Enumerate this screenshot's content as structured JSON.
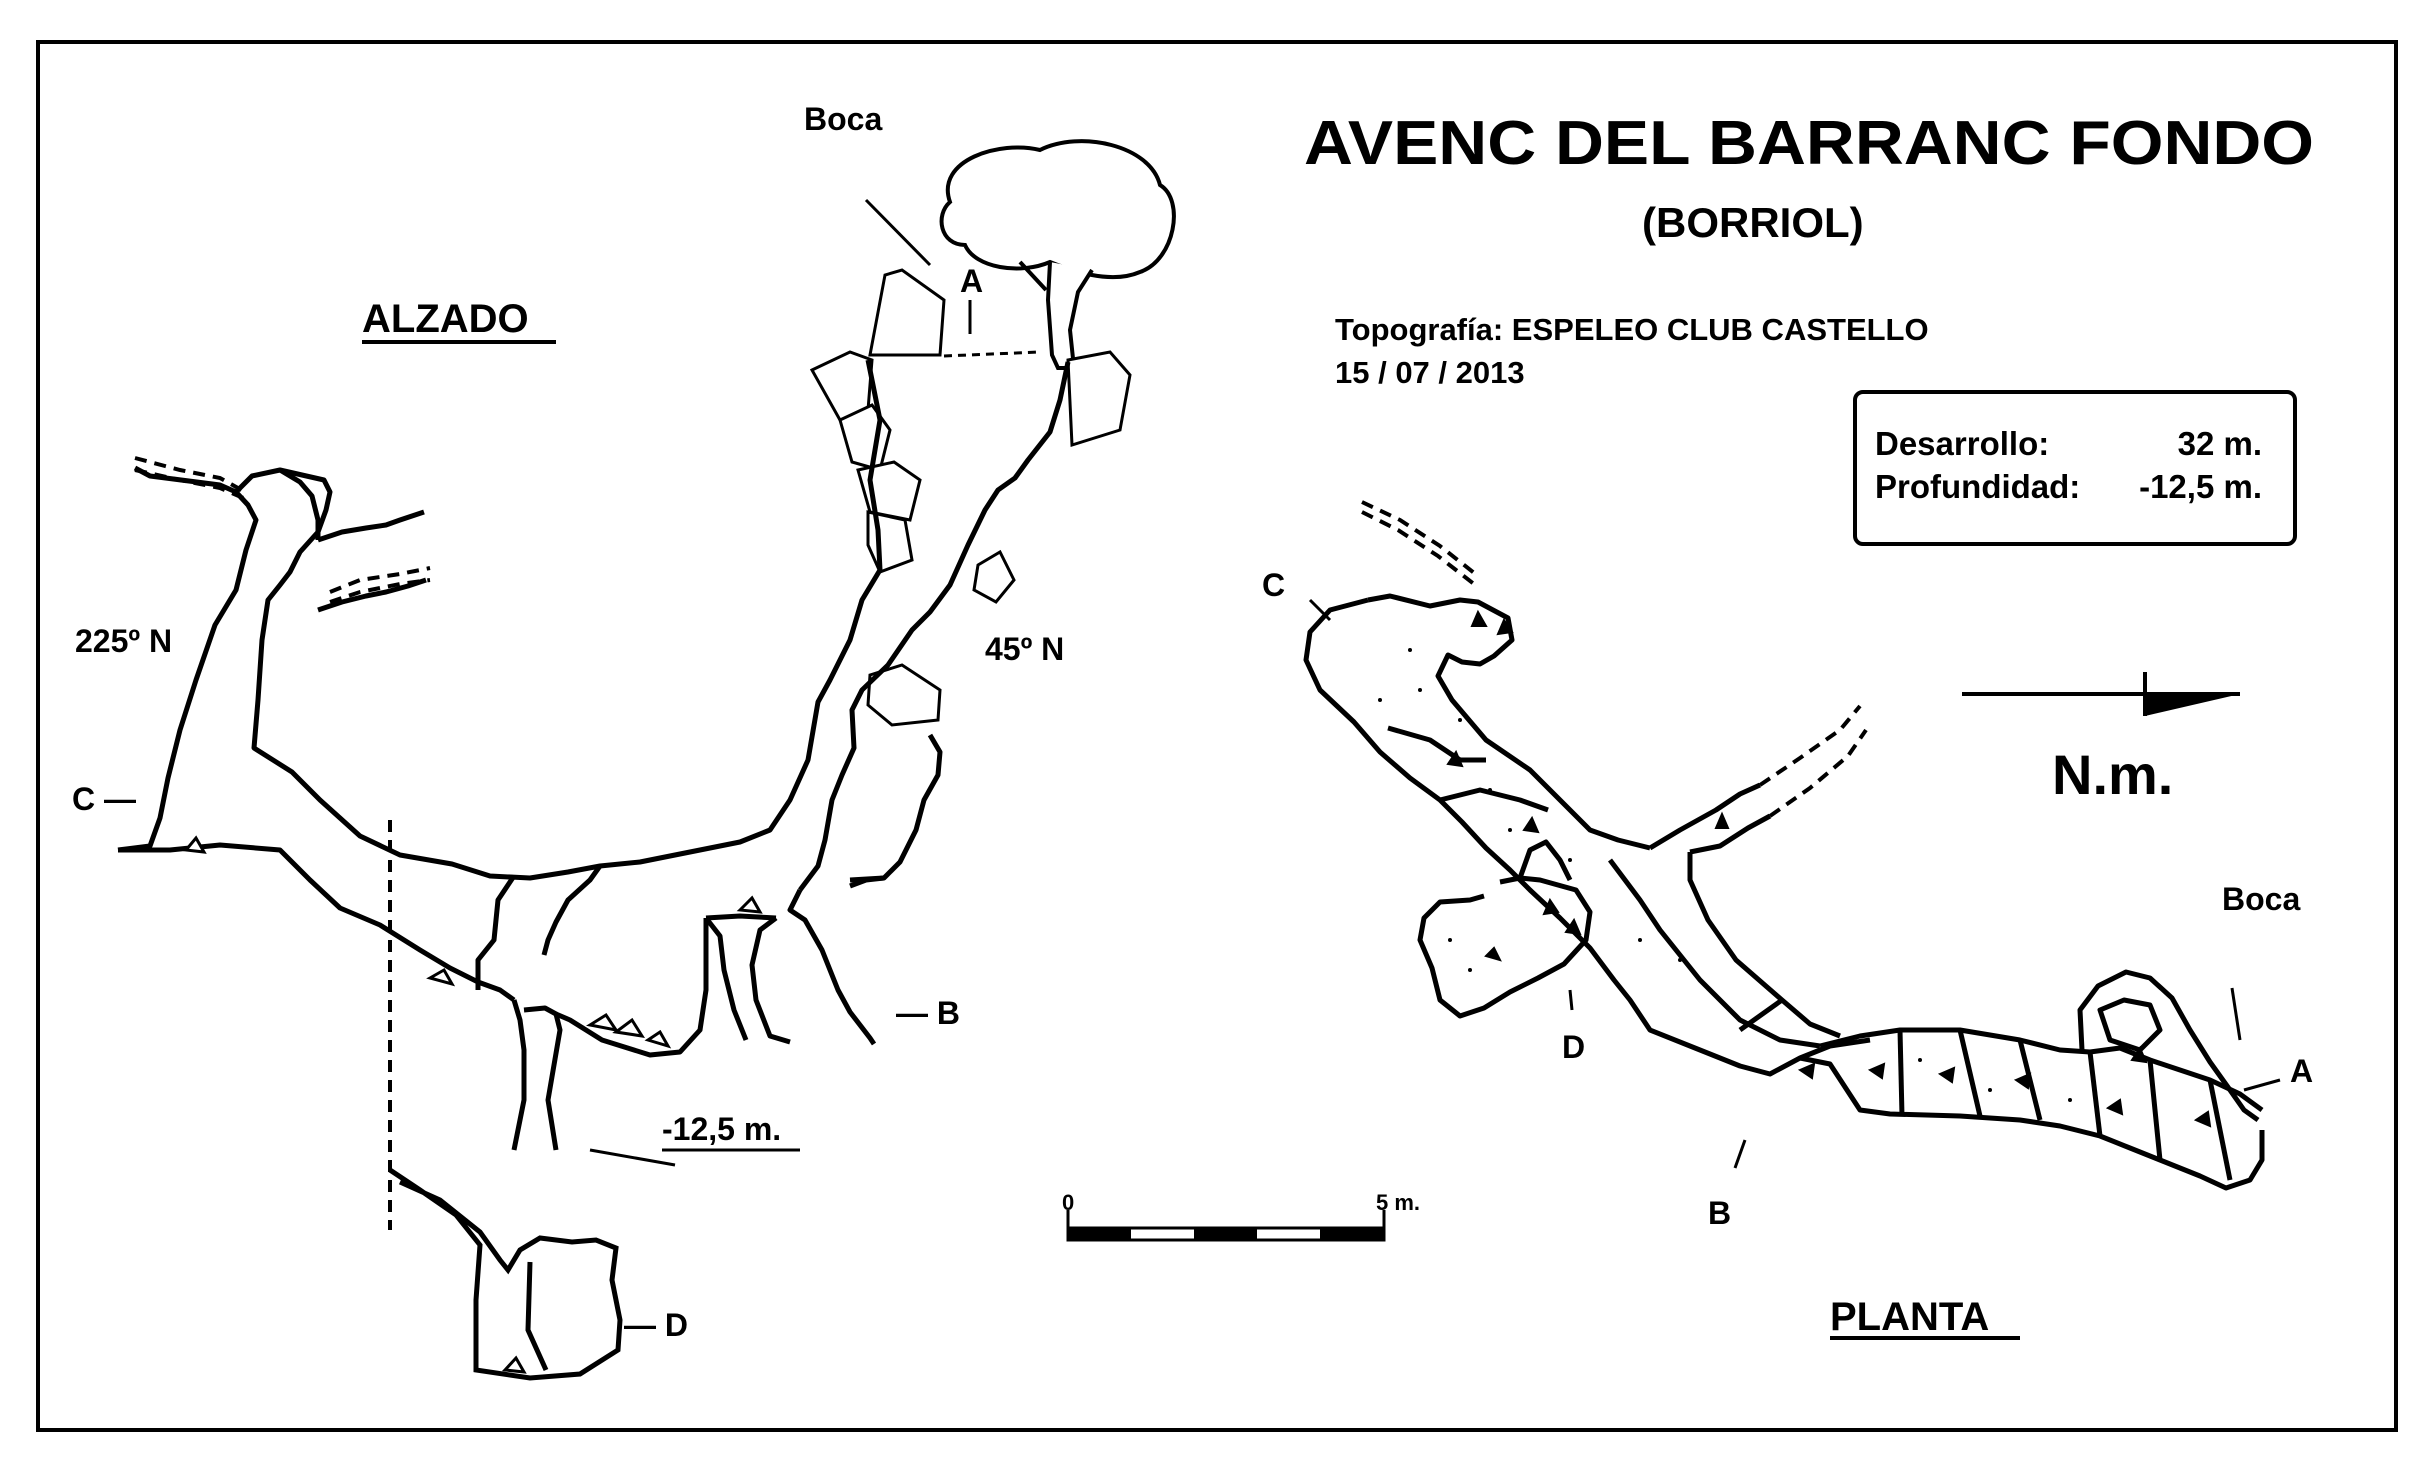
{
  "title": "AVENC DEL BARRANC FONDO",
  "subtitle": "(BORRIOL)",
  "credit": {
    "topografia": "Topografía: ESPELEO CLUB CASTELLO",
    "date": "15 / 07 / 2013"
  },
  "stats": {
    "desarrollo_label": "Desarrollo:",
    "desarrollo_value": "32 m.",
    "profundidad_label": "Profundidad:",
    "profundidad_value": "-12,5 m."
  },
  "north": {
    "label": "N.m."
  },
  "scale": {
    "start": "0",
    "end": "5 m."
  },
  "alzado": {
    "heading": "ALZADO",
    "boca": "Boca",
    "label_a": "A",
    "label_b": "— B",
    "label_c": "C —",
    "label_d": "— D",
    "dir_left": "225º N",
    "dir_right": "45º N",
    "depth": "-12,5 m."
  },
  "planta": {
    "heading": "PLANTA",
    "boca": "Boca",
    "label_a": "A",
    "label_b": "B",
    "label_c": "C",
    "label_d": "D"
  }
}
